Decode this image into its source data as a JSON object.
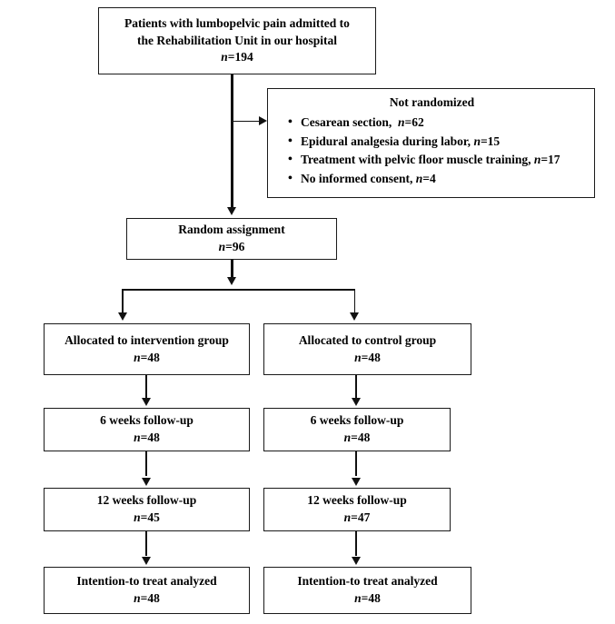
{
  "diagram": {
    "type": "flowchart",
    "title": "CONSORT participant flow diagram",
    "nodes": {
      "enrollment": {
        "line1": "Patients with lumbopelvic pain admitted to",
        "line2": "the Rehabilitation Unit in our hospital",
        "n_label": "n",
        "n_value": "=194"
      },
      "not_randomized": {
        "heading": "Not randomized",
        "bullets": [
          {
            "text": "Cesarean section,",
            "n_label": "n",
            "n_value": "=62"
          },
          {
            "text": "Epidural analgesia during labor,",
            "n_label": "n",
            "n_value": "=15"
          },
          {
            "text": "Treatment with pelvic floor muscle training,",
            "n_label": "n",
            "n_value": "=17"
          },
          {
            "text": "No informed consent,",
            "n_label": "n",
            "n_value": "=4"
          }
        ]
      },
      "random_assignment": {
        "line1": "Random assignment",
        "n_label": "n",
        "n_value": "=96"
      },
      "alloc_intervention": {
        "line1": "Allocated to intervention group",
        "n_label": "n",
        "n_value": "=48"
      },
      "alloc_control": {
        "line1": "Allocated to control group",
        "n_label": "n",
        "n_value": "=48"
      },
      "fu6_intervention": {
        "line1": "6 weeks follow-up",
        "n_label": "n",
        "n_value": "=48"
      },
      "fu6_control": {
        "line1": "6 weeks follow-up",
        "n_label": "n",
        "n_value": "=48"
      },
      "fu12_intervention": {
        "line1": "12 weeks follow-up",
        "n_label": "n",
        "n_value": "=45"
      },
      "fu12_control": {
        "line1": "12 weeks follow-up",
        "n_label": "n",
        "n_value": "=47"
      },
      "itt_intervention": {
        "line1": "Intention-to treat analyzed",
        "n_label": "n",
        "n_value": "=48"
      },
      "itt_control": {
        "line1": "Intention-to treat analyzed",
        "n_label": "n",
        "n_value": "=48"
      }
    },
    "bullet_glyph": "•",
    "colors": {
      "border": "#1a1a1a",
      "connector": "#111111",
      "text": "#000000",
      "background": "#ffffff"
    }
  }
}
